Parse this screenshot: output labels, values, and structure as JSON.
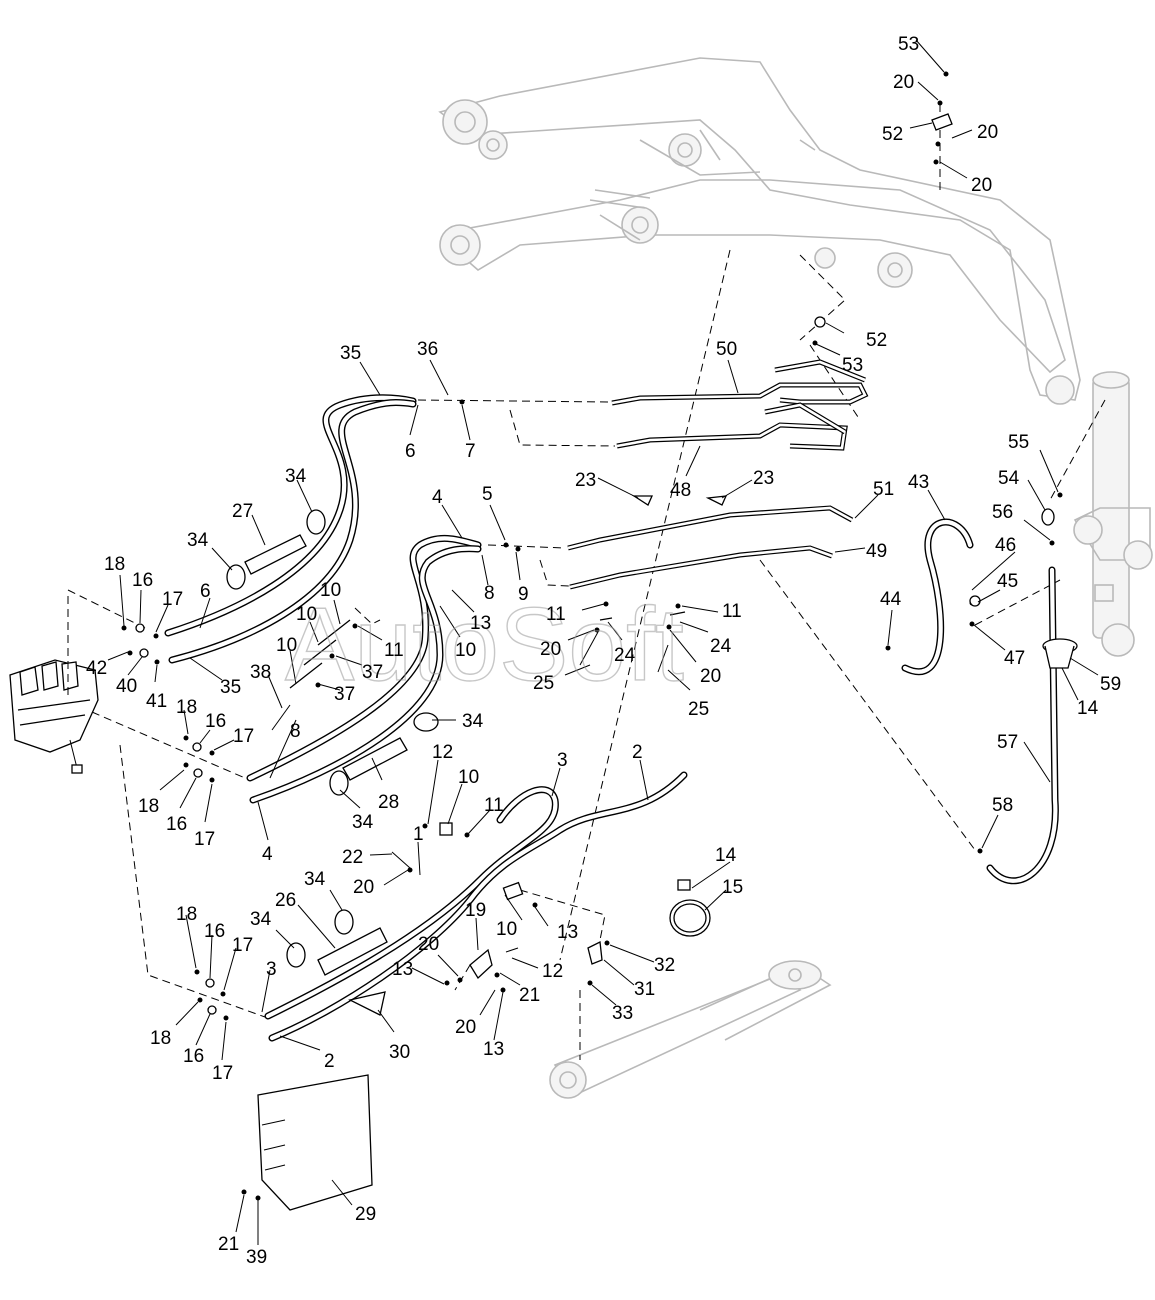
{
  "watermark": "AutoSoft",
  "callouts": {
    "c1": "1",
    "c2a": "2",
    "c2b": "2",
    "c3a": "3",
    "c3b": "3",
    "c4a": "4",
    "c4b": "4",
    "c5": "5",
    "c6a": "6",
    "c6b": "6",
    "c7": "7",
    "c8a": "8",
    "c8b": "8",
    "c9": "9",
    "c10a": "10",
    "c10b": "10",
    "c10c": "10",
    "c10d": "10",
    "c10e": "10",
    "c10f": "10",
    "c11a": "11",
    "c11b": "11",
    "c11c": "11",
    "c11d": "11",
    "c12a": "12",
    "c12b": "12",
    "c13a": "13",
    "c13b": "13",
    "c13c": "13",
    "c13d": "13",
    "c14a": "14",
    "c14b": "14",
    "c15": "15",
    "c16a": "16",
    "c16b": "16",
    "c16c": "16",
    "c16d": "16",
    "c16e": "16",
    "c17a": "17",
    "c17b": "17",
    "c17c": "17",
    "c17d": "17",
    "c17e": "17",
    "c18a": "18",
    "c18b": "18",
    "c18c": "18",
    "c18d": "18",
    "c18e": "18",
    "c19": "19",
    "c20a": "20",
    "c20b": "20",
    "c20c": "20",
    "c20d": "20",
    "c20e": "20",
    "c20f": "20",
    "c20g": "20",
    "c20h": "20",
    "c21a": "21",
    "c21b": "21",
    "c22": "22",
    "c23a": "23",
    "c23b": "23",
    "c24a": "24",
    "c24b": "24",
    "c25a": "25",
    "c25b": "25",
    "c26": "26",
    "c27": "27",
    "c28": "28",
    "c29": "29",
    "c30": "30",
    "c31": "31",
    "c32": "32",
    "c33": "33",
    "c34a": "34",
    "c34b": "34",
    "c34c": "34",
    "c34d": "34",
    "c34e": "34",
    "c34f": "34",
    "c35a": "35",
    "c35b": "35",
    "c36": "36",
    "c37a": "37",
    "c37b": "37",
    "c38": "38",
    "c39": "39",
    "c40": "40",
    "c41": "41",
    "c42": "42",
    "c43": "43",
    "c44": "44",
    "c45": "45",
    "c46": "46",
    "c47": "47",
    "c48": "48",
    "c49": "49",
    "c50": "50",
    "c51": "51",
    "c52a": "52",
    "c52b": "52",
    "c53a": "53",
    "c53b": "53",
    "c54": "54",
    "c55": "55",
    "c56": "56",
    "c57": "57",
    "c58": "58",
    "c59": "59"
  }
}
